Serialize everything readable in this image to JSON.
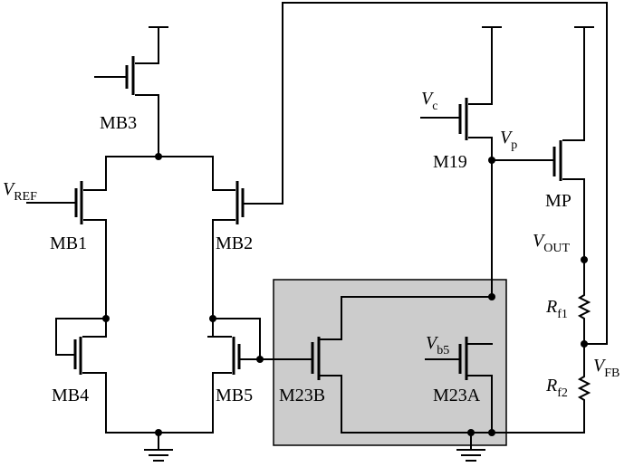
{
  "labels": {
    "mb3": "MB3",
    "mb1": "MB1",
    "mb2": "MB2",
    "mb4": "MB4",
    "mb5": "MB5",
    "m19": "M19",
    "mp": "MP",
    "m23b": "M23B",
    "m23a": "M23A",
    "vref": {
      "main": "V",
      "sub": "REF"
    },
    "vc": {
      "main": "V",
      "sub": "c"
    },
    "vp": {
      "main": "V",
      "sub": "p"
    },
    "vout": {
      "main": "V",
      "sub": "OUT"
    },
    "vb5": {
      "main": "V",
      "sub": "b5"
    },
    "vfb": {
      "main": "V",
      "sub": "FB"
    },
    "rf1": {
      "main": "R",
      "sub": "f1"
    },
    "rf2": {
      "main": "R",
      "sub": "f2"
    }
  },
  "colors": {
    "wire": "#000000",
    "highlight_box_fill": "#cccccc",
    "highlight_box_stroke": "#000000",
    "background": "#ffffff"
  },
  "highlight_box": {
    "contains": [
      "M23B",
      "M23A"
    ]
  }
}
